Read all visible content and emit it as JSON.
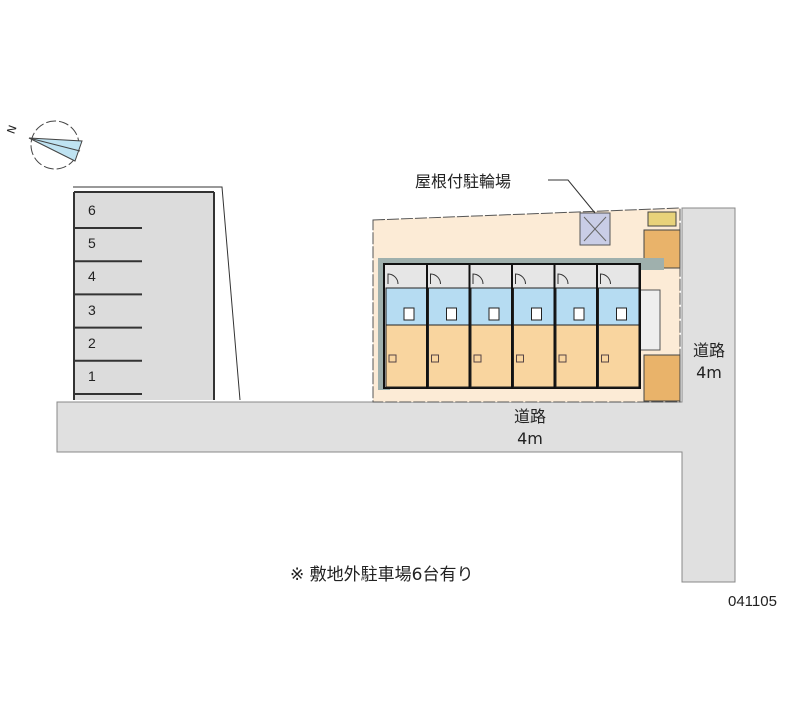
{
  "bicycle_parking_label": "屋根付駐輪場",
  "road_east": {
    "name": "道路",
    "width": "4m"
  },
  "road_south": {
    "name": "道路",
    "width": "4m"
  },
  "parking_slots": [
    "6",
    "5",
    "4",
    "3",
    "2",
    "1"
  ],
  "note": "※ 敷地外駐車場6台有り",
  "plan_code": "041105",
  "compass_label": "N",
  "units_count": 6,
  "colors": {
    "road": "#e0e0e0",
    "site": "#fcebd6",
    "living": "#f9d59f",
    "wet_area": "#b6dcf2",
    "parking": "#dcdcdc"
  }
}
